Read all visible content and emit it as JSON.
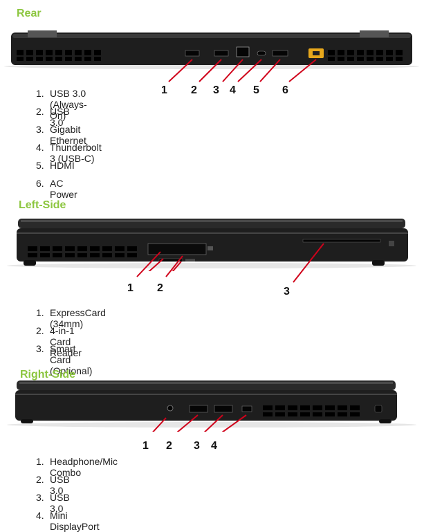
{
  "rear": {
    "title": "Rear",
    "callouts": [
      "1",
      "2",
      "3",
      "4",
      "5",
      "6"
    ],
    "items": [
      {
        "num": "1.",
        "label": "USB 3.0 (Always-On)"
      },
      {
        "num": "2.",
        "label": "USB 3.0"
      },
      {
        "num": "3.",
        "label": "Gigabit Ethernet"
      },
      {
        "num": "4.",
        "label": "Thunderbolt 3 (USB-C)"
      },
      {
        "num": "5.",
        "label": "HDMI"
      },
      {
        "num": "6.",
        "label": "AC Power"
      }
    ]
  },
  "left": {
    "title": "Left-Side",
    "callouts": [
      "1",
      "2",
      "3"
    ],
    "items": [
      {
        "num": "1.",
        "label": "ExpressCard (34mm)"
      },
      {
        "num": "2.",
        "label": "4-in-1 Card Reader"
      },
      {
        "num": "3.",
        "label": "Smart Card (Optional)"
      }
    ]
  },
  "right": {
    "title": "Right-Side",
    "callouts": [
      "1",
      "2",
      "3",
      "4"
    ],
    "items": [
      {
        "num": "1.",
        "label": "Headphone/Mic Combo"
      },
      {
        "num": "2.",
        "label": "USB 3.0"
      },
      {
        "num": "3.",
        "label": "USB 3.0"
      },
      {
        "num": "4.",
        "label": "Mini DisplayPort"
      }
    ]
  },
  "colors": {
    "title_green": "#8cc63f",
    "callout_red": "#d0021b",
    "chassis": "#1e1e1e"
  }
}
